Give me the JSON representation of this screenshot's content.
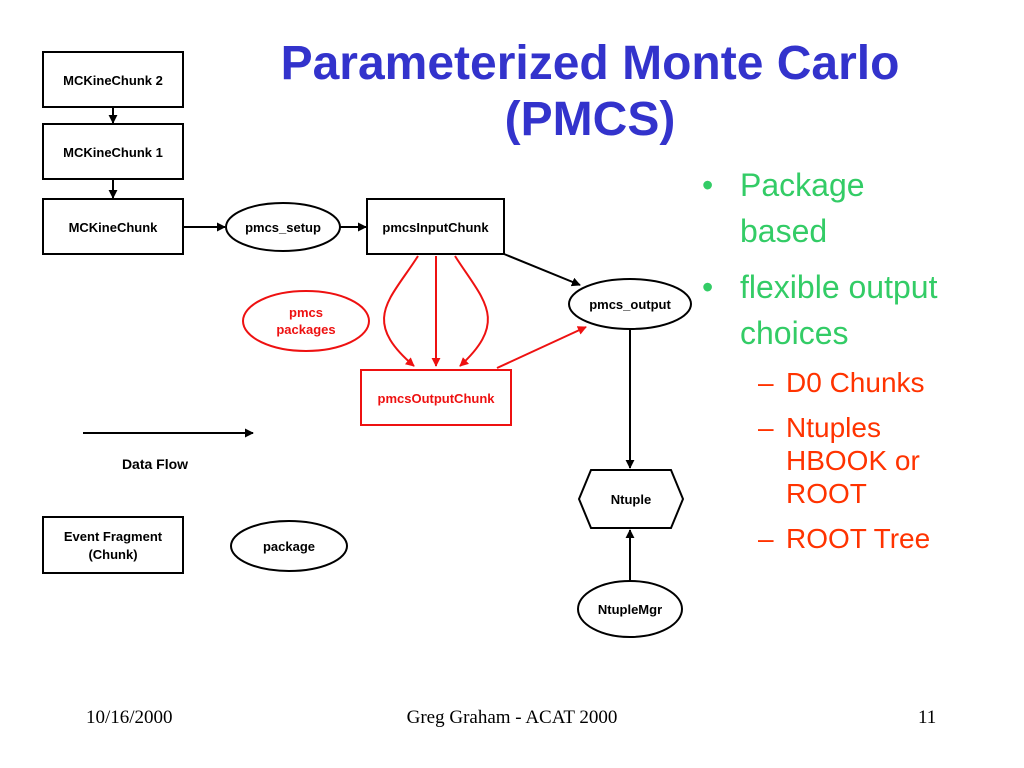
{
  "title_lines": [
    "Parameterized Monte Carlo",
    "(PMCS)"
  ],
  "bullets": [
    {
      "text_lines": [
        "Package",
        "based"
      ]
    },
    {
      "text_lines": [
        "flexible output",
        "choices"
      ]
    }
  ],
  "sub_bullets": [
    {
      "text_lines": [
        "D0 Chunks"
      ]
    },
    {
      "text_lines": [
        "Ntuples",
        "HBOOK or",
        "ROOT"
      ]
    },
    {
      "text_lines": [
        "ROOT Tree"
      ]
    }
  ],
  "bullet_mark": "•",
  "sub_bullet_mark": "–",
  "diagram": {
    "nodes": {
      "mckinechunk2": "MCKineChunk 2",
      "mckinechunk1": "MCKineChunk 1",
      "mckinechunk": "MCKineChunk",
      "pmcs_setup": "pmcs_setup",
      "pmcs_input_chunk": "pmcsInputChunk",
      "pmcs_output": "pmcs_output",
      "pmcs_packages": [
        "pmcs",
        "packages"
      ],
      "pmcs_output_chunk": "pmcsOutputChunk",
      "ntuple": "Ntuple",
      "ntuple_mgr": "NtupleMgr"
    },
    "legend": {
      "data_flow": "Data Flow",
      "event_fragment": [
        "Event Fragment",
        "(Chunk)"
      ],
      "package": "package"
    },
    "colors": {
      "black": "#000000",
      "red": "#ee1111"
    }
  },
  "footer": {
    "date": "10/16/2000",
    "center": "Greg Graham - ACAT 2000",
    "page": "11"
  },
  "colors": {
    "title": "#3333cc",
    "bullet": "#33cc66",
    "sub_bullet": "#ff3300"
  }
}
